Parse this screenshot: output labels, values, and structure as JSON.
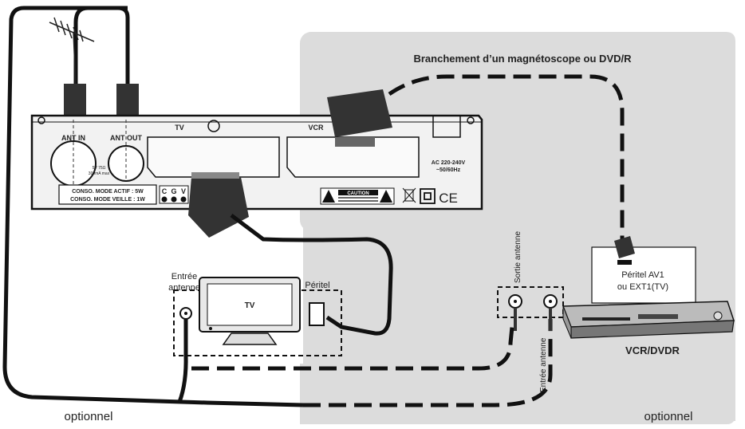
{
  "diagram": {
    "title": "Branchement d’un magnétoscope ou DVD/R",
    "receiver": {
      "ant_in": "ANT IN",
      "ant_out": "ANT OUT",
      "ant_note_1": "5V 75Ω",
      "ant_note_2": "300mA max",
      "tv_port": "TV",
      "vcr_port": "VCR",
      "power": "AC 220-240V",
      "frequency": "~50/60Hz",
      "conso_actif": "CONSO. MODE ACTIF : 5W",
      "conso_veille": "CONSO. MODE VEILLE : 1W",
      "brand": [
        "C",
        "G",
        "V"
      ],
      "caution": "CAUTION",
      "ce_mark": "CE"
    },
    "tv": {
      "label": "TV",
      "input_label_1": "Entrée",
      "input_label_2": "antenne",
      "scart_label": "Péritel"
    },
    "vcr": {
      "label": "VCR/DVDR",
      "scart_label_1": "Péritel AV1",
      "scart_label_2": "ou EXT1(TV)",
      "antenna_out": "Sortie antenne",
      "antenna_in": "Entrée antenne"
    },
    "optional_left": "optionnel",
    "optional_right": "optionnel"
  }
}
